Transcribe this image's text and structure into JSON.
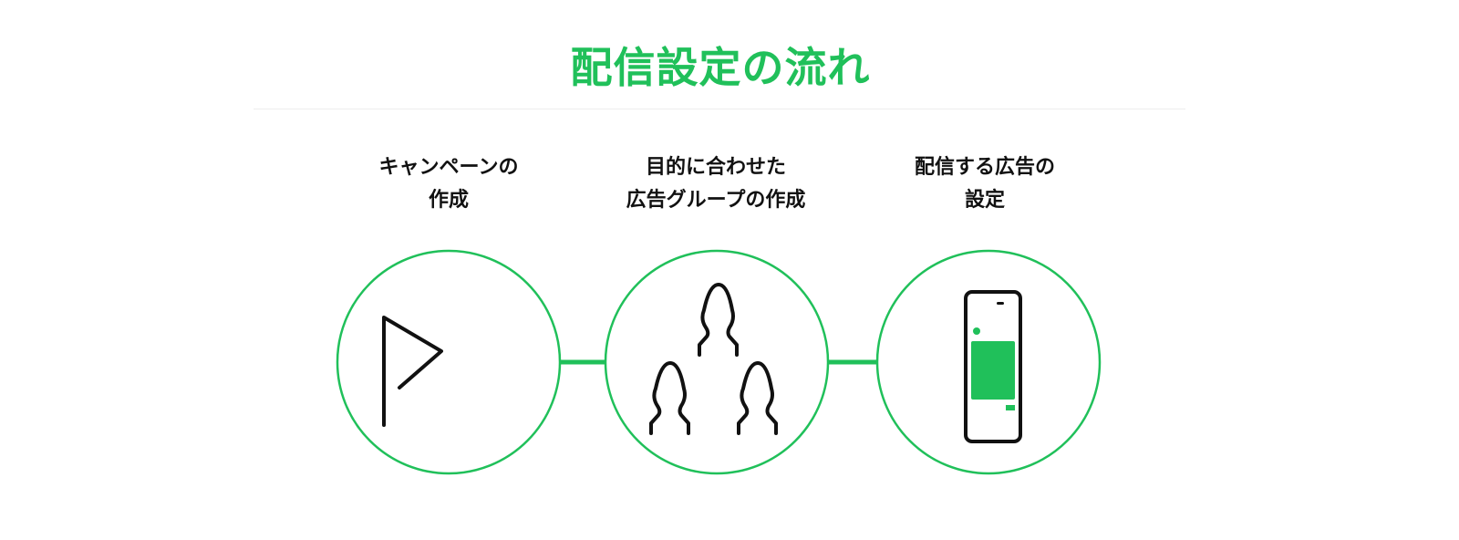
{
  "title": "配信設定の流れ",
  "accent_color": "#20c05a",
  "steps": [
    {
      "line1": "キャンペーンの",
      "line2": "作成",
      "icon": "flag-icon"
    },
    {
      "line1": "目的に合わせた",
      "line2": "広告グループの作成",
      "icon": "people-group-icon"
    },
    {
      "line1": "配信する広告の",
      "line2": "設定",
      "icon": "smartphone-ad-icon"
    }
  ]
}
